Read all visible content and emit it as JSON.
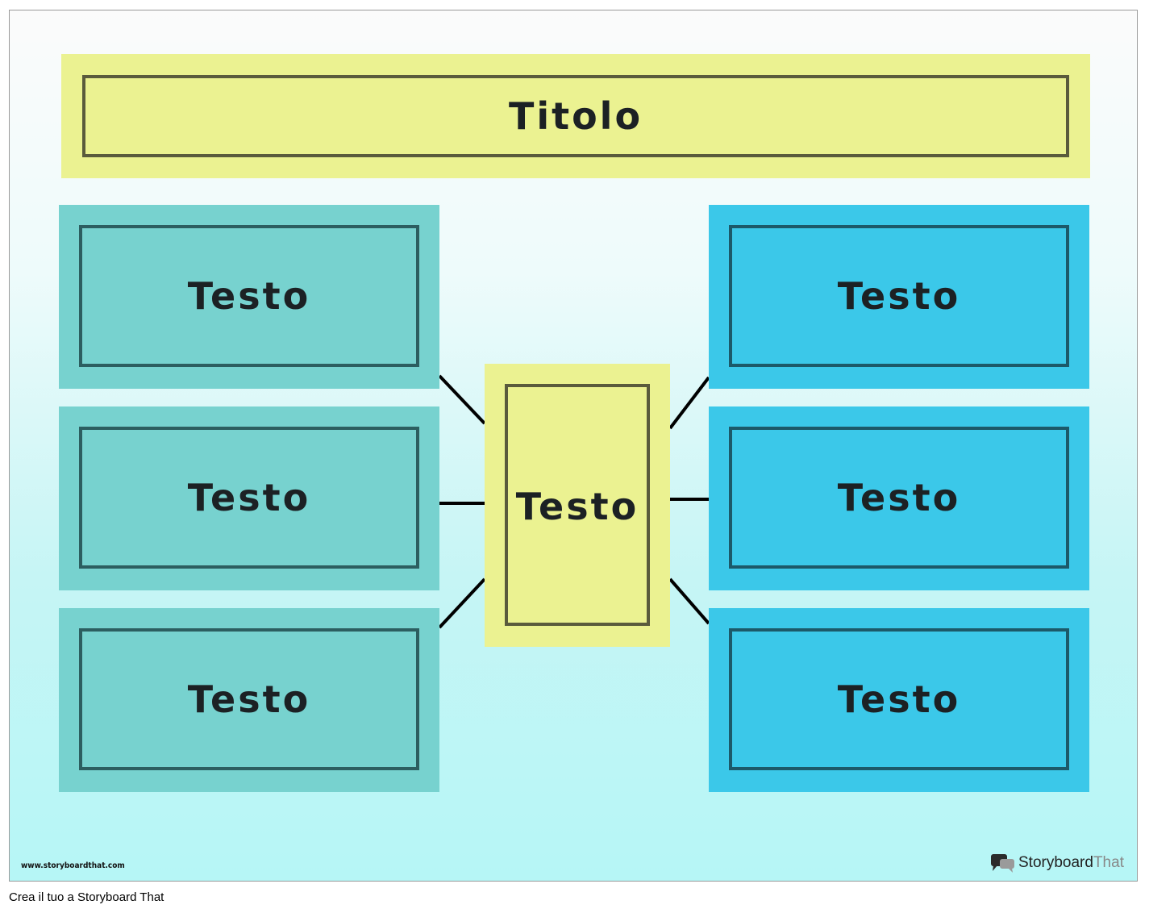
{
  "diagram": {
    "title": "Titolo",
    "left_items": [
      {
        "label": "Testo"
      },
      {
        "label": "Testo"
      },
      {
        "label": "Testo"
      }
    ],
    "right_items": [
      {
        "label": "Testo"
      },
      {
        "label": "Testo"
      },
      {
        "label": "Testo"
      }
    ],
    "center": {
      "label": "Testo"
    },
    "colors": {
      "yellow": "#ebf291",
      "teal": "#77d2cf",
      "cyan": "#3bc8e9",
      "text": "#1c2124"
    }
  },
  "watermark": {
    "url": "www.storyboardthat.com",
    "brand_part1": "Storyboard",
    "brand_part2": "That",
    "brand_icon": "speech-bubbles-icon"
  },
  "footer": {
    "text": "Crea il tuo a Storyboard That"
  }
}
